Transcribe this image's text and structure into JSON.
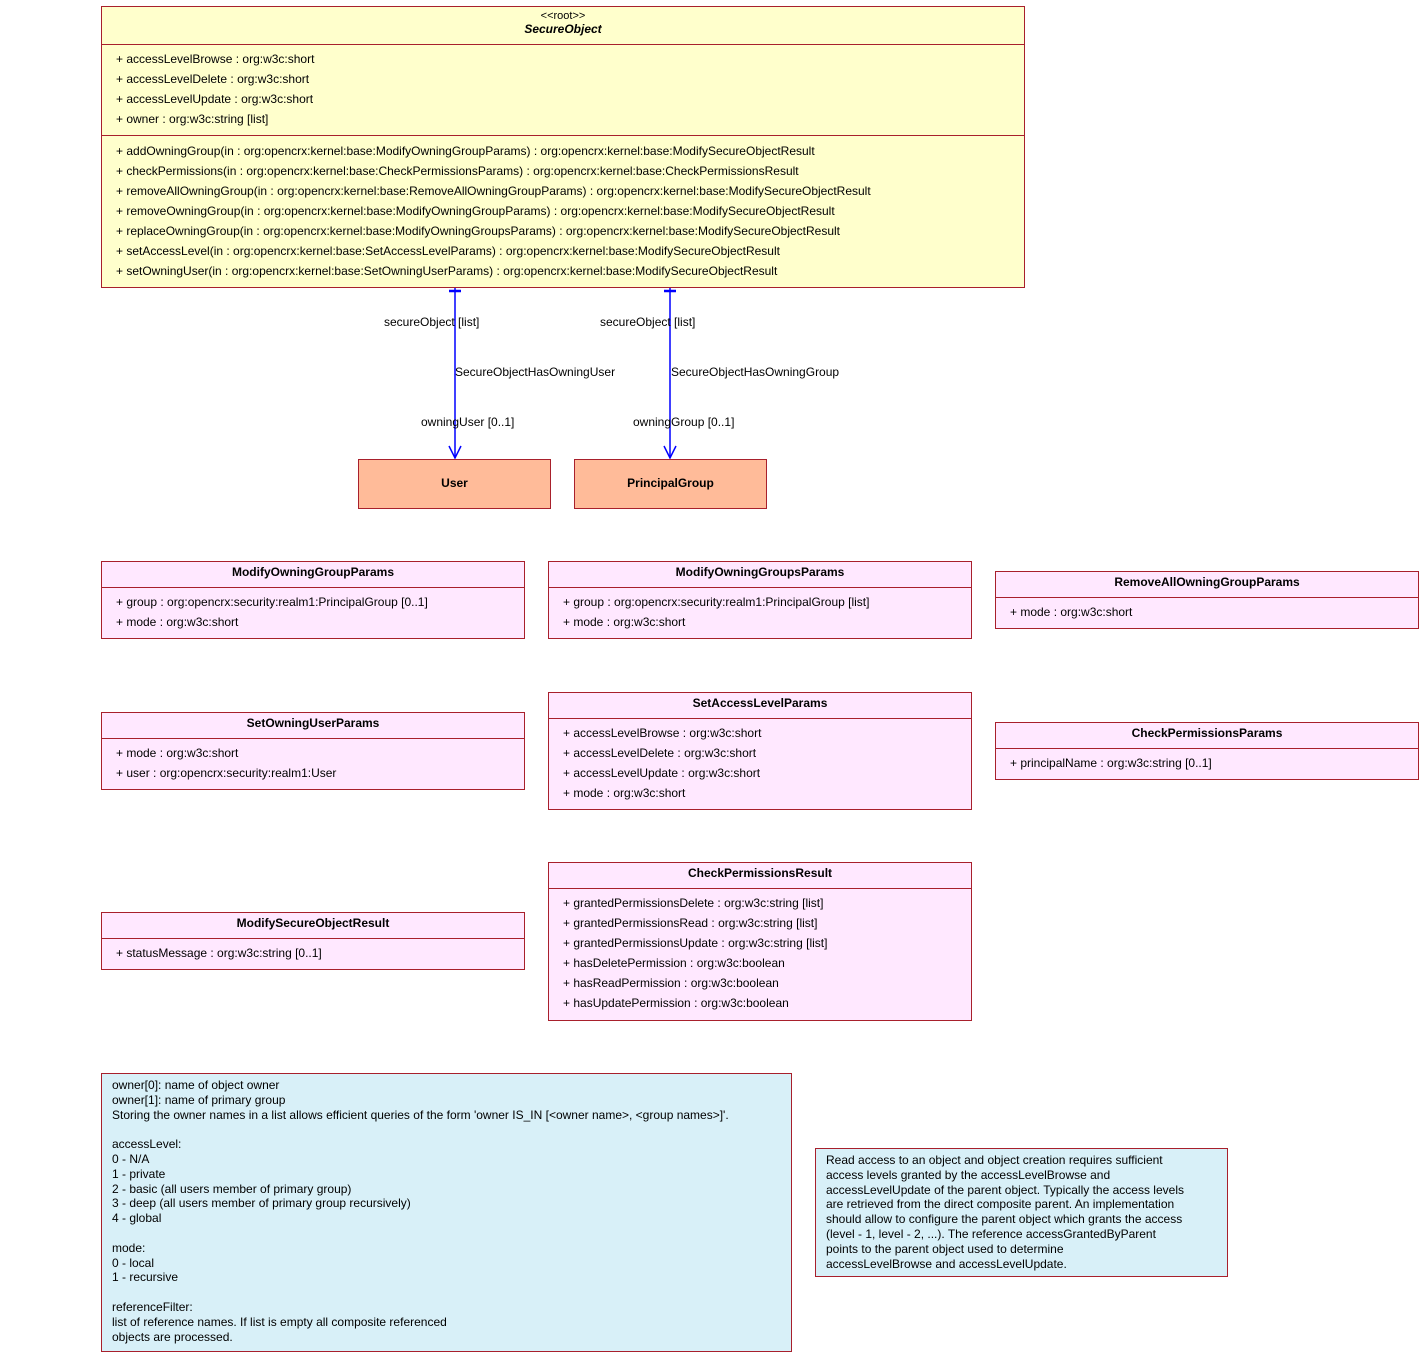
{
  "secure_object": {
    "stereotype": "<<root>>",
    "name": "SecureObject",
    "attributes": [
      "+ accessLevelBrowse : org:w3c:short",
      "+ accessLevelDelete : org:w3c:short",
      "+ accessLevelUpdate : org:w3c:short",
      "+ owner : org:w3c:string [list]"
    ],
    "operations": [
      "+ addOwningGroup(in : org:opencrx:kernel:base:ModifyOwningGroupParams) : org:opencrx:kernel:base:ModifySecureObjectResult",
      "+ checkPermissions(in : org:opencrx:kernel:base:CheckPermissionsParams) : org:opencrx:kernel:base:CheckPermissionsResult",
      "+ removeAllOwningGroup(in : org:opencrx:kernel:base:RemoveAllOwningGroupParams) : org:opencrx:kernel:base:ModifySecureObjectResult",
      "+ removeOwningGroup(in : org:opencrx:kernel:base:ModifyOwningGroupParams) : org:opencrx:kernel:base:ModifySecureObjectResult",
      "+ replaceOwningGroup(in : org:opencrx:kernel:base:ModifyOwningGroupsParams) : org:opencrx:kernel:base:ModifySecureObjectResult",
      "+ setAccessLevel(in : org:opencrx:kernel:base:SetAccessLevelParams) : org:opencrx:kernel:base:ModifySecureObjectResult",
      "+ setOwningUser(in : org:opencrx:kernel:base:SetOwningUserParams) : org:opencrx:kernel:base:ModifySecureObjectResult"
    ]
  },
  "associations": {
    "user": {
      "source_role": "secureObject [list]",
      "name": "SecureObjectHasOwningUser",
      "target_role": "owningUser [0..1]"
    },
    "group": {
      "source_role": "secureObject [list]",
      "name": "SecureObjectHasOwningGroup",
      "target_role": "owningGroup [0..1]"
    }
  },
  "referenced": {
    "user": "User",
    "principal_group": "PrincipalGroup"
  },
  "classes": {
    "modify_owning_group_params": {
      "name": "ModifyOwningGroupParams",
      "attributes": [
        "+ group : org:opencrx:security:realm1:PrincipalGroup [0..1]",
        "+ mode : org:w3c:short"
      ]
    },
    "modify_owning_groups_params": {
      "name": "ModifyOwningGroupsParams",
      "attributes": [
        "+ group : org:opencrx:security:realm1:PrincipalGroup [list]",
        "+ mode : org:w3c:short"
      ]
    },
    "remove_all_owning_group_params": {
      "name": "RemoveAllOwningGroupParams",
      "attributes": [
        "+ mode : org:w3c:short"
      ]
    },
    "set_owning_user_params": {
      "name": "SetOwningUserParams",
      "attributes": [
        "+ mode : org:w3c:short",
        "+ user : org:opencrx:security:realm1:User"
      ]
    },
    "set_access_level_params": {
      "name": "SetAccessLevelParams",
      "attributes": [
        "+ accessLevelBrowse : org:w3c:short",
        "+ accessLevelDelete : org:w3c:short",
        "+ accessLevelUpdate : org:w3c:short",
        "+ mode : org:w3c:short"
      ]
    },
    "check_permissions_params": {
      "name": "CheckPermissionsParams",
      "attributes": [
        "+ principalName : org:w3c:string [0..1]"
      ]
    },
    "check_permissions_result": {
      "name": "CheckPermissionsResult",
      "attributes": [
        "+ grantedPermissionsDelete : org:w3c:string [list]",
        "+ grantedPermissionsRead : org:w3c:string [list]",
        "+ grantedPermissionsUpdate : org:w3c:string [list]",
        "+ hasDeletePermission : org:w3c:boolean",
        "+ hasReadPermission : org:w3c:boolean",
        "+ hasUpdatePermission : org:w3c:boolean"
      ]
    },
    "modify_secure_object_result": {
      "name": "ModifySecureObjectResult",
      "attributes": [
        "+ statusMessage : org:w3c:string [0..1]"
      ]
    }
  },
  "notes": {
    "owner_note": "owner[0]: name of object owner\nowner[1]: name of primary group\nStoring the owner names in a list allows efficient queries of the form 'owner IS_IN [<owner name>, <group names>]'.\n\naccessLevel:\n0 - N/A\n1 - private\n2 - basic (all users member of primary group)\n3 - deep (all users member of primary group recursively)\n4 - global\n\nmode:\n0 - local\n1 - recursive\n\nreferenceFilter:\nlist of reference names. If list is empty all composite referenced\nobjects are processed.",
    "access_note": "Read access to an object and object creation requires sufficient\naccess levels granted by the accessLevelBrowse and\naccessLevelUpdate of the parent object. Typically the access levels\nare retrieved from the direct composite parent. An implementation\nshould allow to configure the parent object which grants the access\n(level - 1, level - 2, ...). The reference accessGrantedByParent\npoints to the parent object used to determine\naccessLevelBrowse and accessLevelUpdate."
  },
  "colors": {
    "border": "#a8202c",
    "root_fill": "#ffffcc",
    "param_fill": "#ffe8ff",
    "ref_fill": "#ffbb99",
    "note_fill": "#d8f0f8",
    "connector": "#0000ff"
  }
}
